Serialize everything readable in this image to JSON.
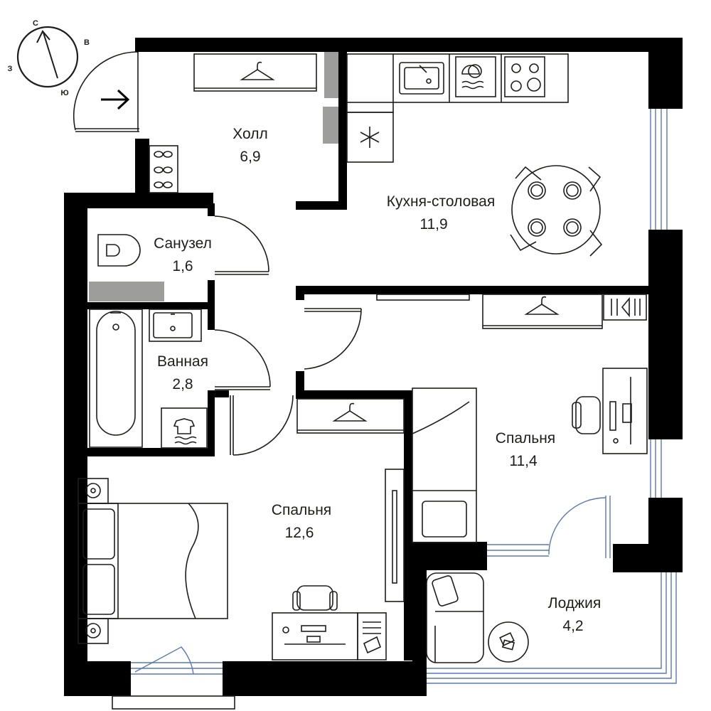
{
  "compass": {
    "north": "С",
    "east": "В",
    "south": "Ю",
    "west": "З"
  },
  "rooms": [
    {
      "name": "Холл",
      "area": "6,9"
    },
    {
      "name": "Кухня-столовая",
      "area": "11,9"
    },
    {
      "name": "Санузел",
      "area": "1,6"
    },
    {
      "name": "Ванная",
      "area": "2,8"
    },
    {
      "name": "Спальня",
      "area": "11,4"
    },
    {
      "name": "Спальня",
      "area": "12,6"
    },
    {
      "name": "Лоджия",
      "area": "4,2"
    }
  ],
  "colors": {
    "wall": "#000000",
    "line": "#1d1d1b",
    "window": "#5a78b5",
    "shaft": "#9d9d9c"
  }
}
